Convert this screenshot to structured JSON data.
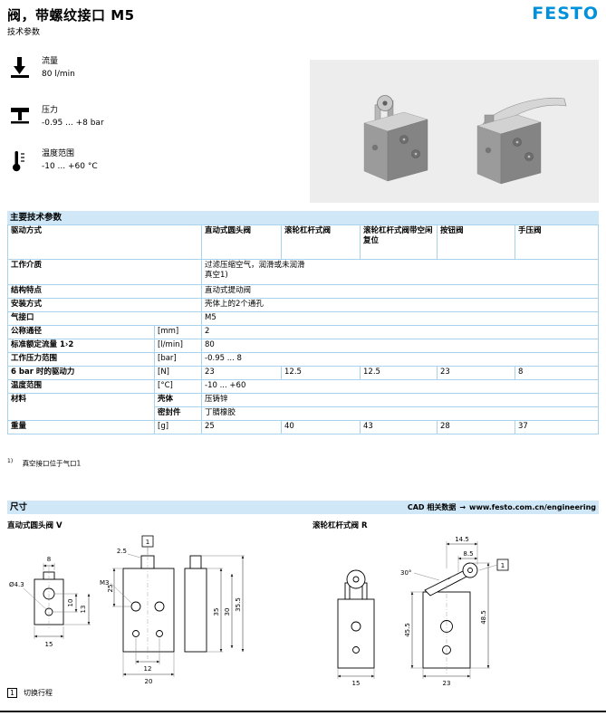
{
  "page": {
    "title": "阀，带螺纹接口 M5",
    "subtitle": "技术参数",
    "logo": "FESTO",
    "accent_color": "#0091dc"
  },
  "quick_specs": [
    {
      "icon": "flow-icon",
      "label": "流量",
      "value": "80 l/min"
    },
    {
      "icon": "pressure-icon",
      "label": "压力",
      "value": "-0.95 ... +8 bar"
    },
    {
      "icon": "temperature-icon",
      "label": "温度范围",
      "value": "-10 ... +60 °C"
    }
  ],
  "table": {
    "band": "主要技术参数",
    "param_header": "驱动方式",
    "columns": [
      "直动式圆头阀",
      "滚轮杠杆式阀",
      "滚轮杠杆式阀带空闲复位",
      "按钮阀",
      "手压阀"
    ],
    "medium": {
      "label": "工作介质",
      "line1": "过滤压缩空气，润滑或未润滑",
      "line2": "真空1)"
    },
    "design": {
      "label": "结构特点",
      "value": "直动式提动阀"
    },
    "mounting": {
      "label": "安装方式",
      "value": "壳体上的2个通孔"
    },
    "pneumatic_port": {
      "label": "气接口",
      "value": "M5"
    },
    "nominal_width": {
      "label": "公称通径",
      "unit": "[mm]",
      "value": "2"
    },
    "flow_rate": {
      "label": "标准额定流量 1›2",
      "unit": "[l/min]",
      "value": "80"
    },
    "pressure_range": {
      "label": "工作压力范围",
      "unit": "[bar]",
      "value": "-0.95 ... 8"
    },
    "actuating_force": {
      "label": "6 bar 时的驱动力",
      "unit": "[N]",
      "values": [
        "23",
        "12.5",
        "12.5",
        "23",
        "8"
      ]
    },
    "temperature_range": {
      "label": "温度范围",
      "unit": "[°C]",
      "value": "-10 ... +60"
    },
    "material": {
      "label": "材料",
      "housing_label": "壳体",
      "housing_value": "压铸锌",
      "seal_label": "密封件",
      "seal_value": "丁腈橡胶"
    },
    "weight": {
      "label": "重量",
      "unit": "[g]",
      "values": [
        "25",
        "40",
        "43",
        "28",
        "37"
      ]
    },
    "footnote_marker": "1)",
    "footnote_text": "真空接口位于气口1"
  },
  "dimensions": {
    "band": "尺寸",
    "cad_label": "CAD 相关数据",
    "cad_arrow": "→",
    "cad_url": "www.festo.com.cn/engineering",
    "left_view_label": "直动式圆头阀 V",
    "right_view_label": "滚轮杠杆式阀 R",
    "left_dims": [
      "8",
      "25",
      "Ø4.3",
      "15",
      "10",
      "13",
      "2.5",
      "M3",
      "35",
      "30",
      "35.5",
      "12",
      "20"
    ],
    "right_dims": [
      "14.5",
      "8.5",
      "30°",
      "45.5",
      "48.5",
      "15",
      "23"
    ],
    "callout": "1",
    "footnote_marker": "1",
    "footnote_text": "切换行程"
  }
}
